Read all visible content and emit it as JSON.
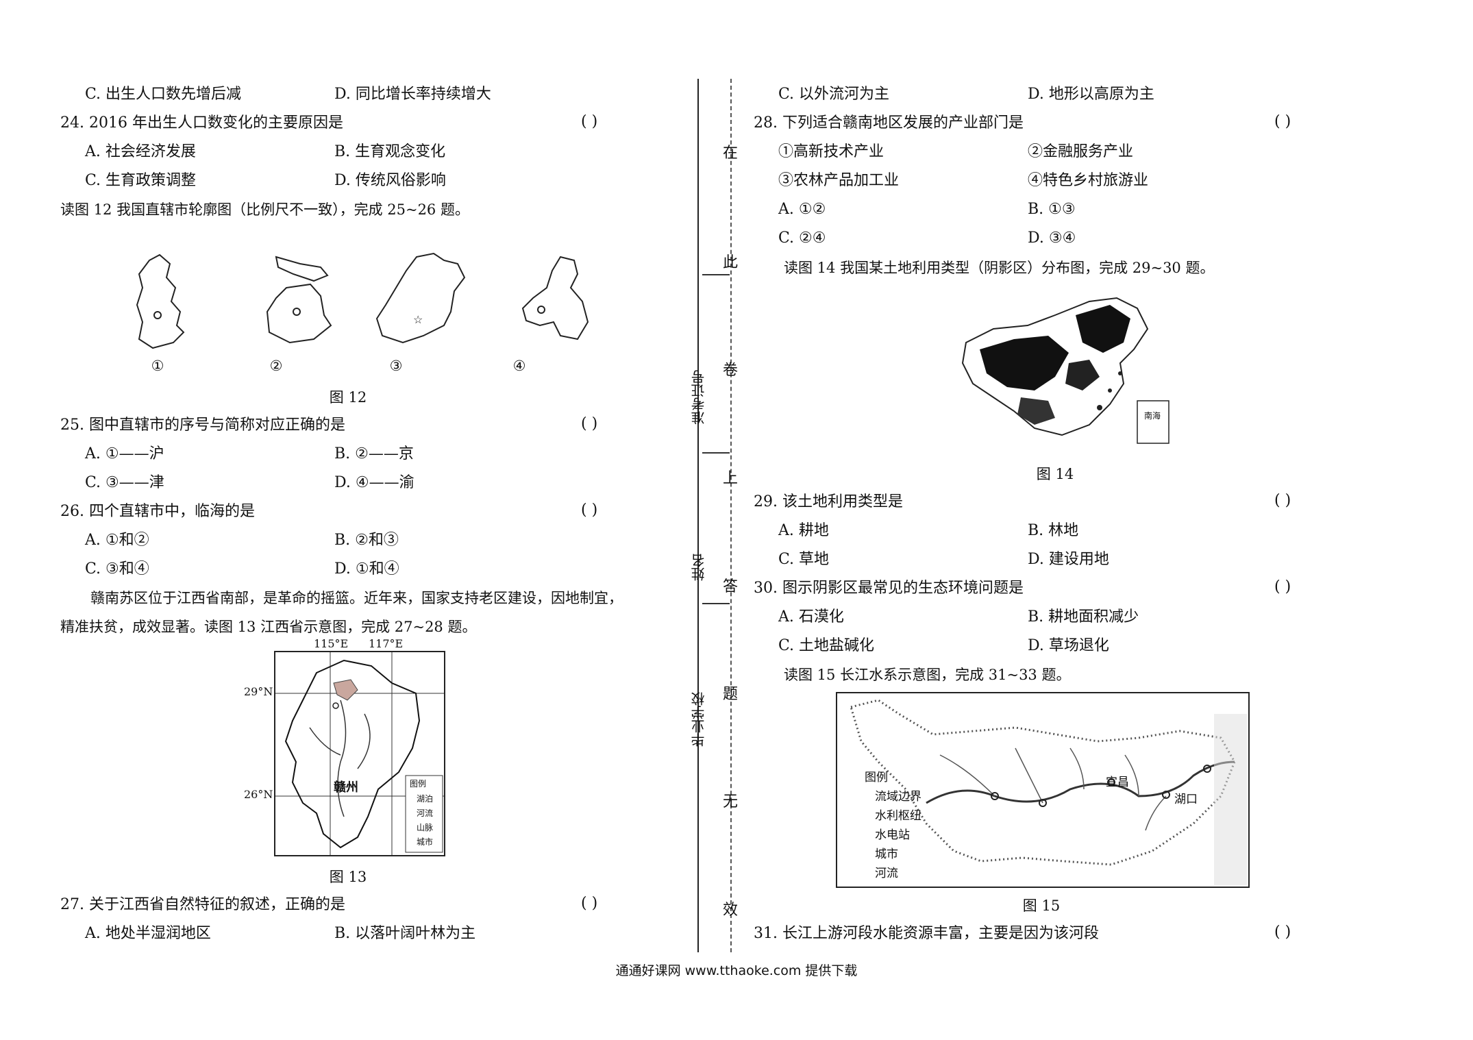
{
  "left": {
    "q23_opt_c": "C. 出生人口数先增后减",
    "q23_opt_d": "D. 同比增长率持续增大",
    "q24": "24. 2016 年出生人口数变化的主要原因是",
    "q24_opts": [
      "A. 社会经济发展",
      "B. 生育观念变化",
      "C. 生育政策调整",
      "D. 传统风俗影响"
    ],
    "intro12": "读图 12 我国直辖市轮廓图（比例尺不一致），完成 25~26 题。",
    "fig12_labels": [
      "①",
      "②",
      "③",
      "④"
    ],
    "fig12_caption": "图 12",
    "q25": "25. 图中直辖市的序号与简称对应正确的是",
    "q25_opts": [
      "A. ①——沪",
      "B. ②——京",
      "C. ③——津",
      "D. ④——渝"
    ],
    "q26": "26. 四个直辖市中，临海的是",
    "q26_opts": [
      "A. ①和②",
      "B. ②和③",
      "C. ③和④",
      "D. ①和④"
    ],
    "para1": "赣南苏区位于江西省南部，是革命的摇篮。近年来，国家支持老区建设，因地制宜，",
    "para2": "精准扶贫，成效显著。读图 13 江西省示意图，完成 27~28 题。",
    "fig13": {
      "lon1": "115°E",
      "lon2": "117°E",
      "lat1": "29°N",
      "lat2": "26°N",
      "city": "赣州",
      "legend_title": "图例",
      "legend": [
        "湖泊",
        "河流",
        "山脉",
        "城市"
      ]
    },
    "fig13_caption": "图 13",
    "q27": "27. 关于江西省自然特征的叙述，正确的是",
    "q27_opts": [
      "A. 地处半湿润地区",
      "B. 以落叶阔叶林为主"
    ]
  },
  "right": {
    "q27_opt_c": "C. 以外流河为主",
    "q27_opt_d": "D. 地形以高原为主",
    "q28": "28. 下列适合赣南地区发展的产业部门是",
    "q28_items": [
      "①高新技术产业",
      "②金融服务产业",
      "③农林产品加工业",
      "④特色乡村旅游业"
    ],
    "q28_opts": [
      "A. ①②",
      "B. ①③",
      "C. ②④",
      "D. ③④"
    ],
    "intro14": "读图 14 我国某土地利用类型（阴影区）分布图，完成 29~30 题。",
    "fig14_inset": "南海",
    "fig14_caption": "图 14",
    "q29": "29. 该土地利用类型是",
    "q29_opts": [
      "A. 耕地",
      "B. 林地",
      "C. 草地",
      "D. 建设用地"
    ],
    "q30": "30. 图示阴影区最常见的生态环境问题是",
    "q30_opts": [
      "A. 石漠化",
      "B. 耕地面积减少",
      "C. 土地盐碱化",
      "D. 草场退化"
    ],
    "intro15": "读图 15 长江水系示意图，完成 31~33 题。",
    "fig15": {
      "legend_title": "图例",
      "legend": [
        "流域边界",
        "水利枢纽",
        "水电站",
        "城市",
        "河流"
      ],
      "city1": "宜昌",
      "city2": "湖口"
    },
    "fig15_caption": "图 15",
    "q31": "31. 长江上游河段水能资源丰富，主要是因为该河段"
  },
  "paren": "(        )",
  "binding": {
    "chars": [
      "在",
      "此",
      "卷",
      "上",
      "答",
      "题",
      "无",
      "效"
    ],
    "labels": [
      "准考证号",
      "姓名",
      "毕业学校"
    ]
  },
  "footer": "通通好课网  www.tthaoke.com  提供下载"
}
